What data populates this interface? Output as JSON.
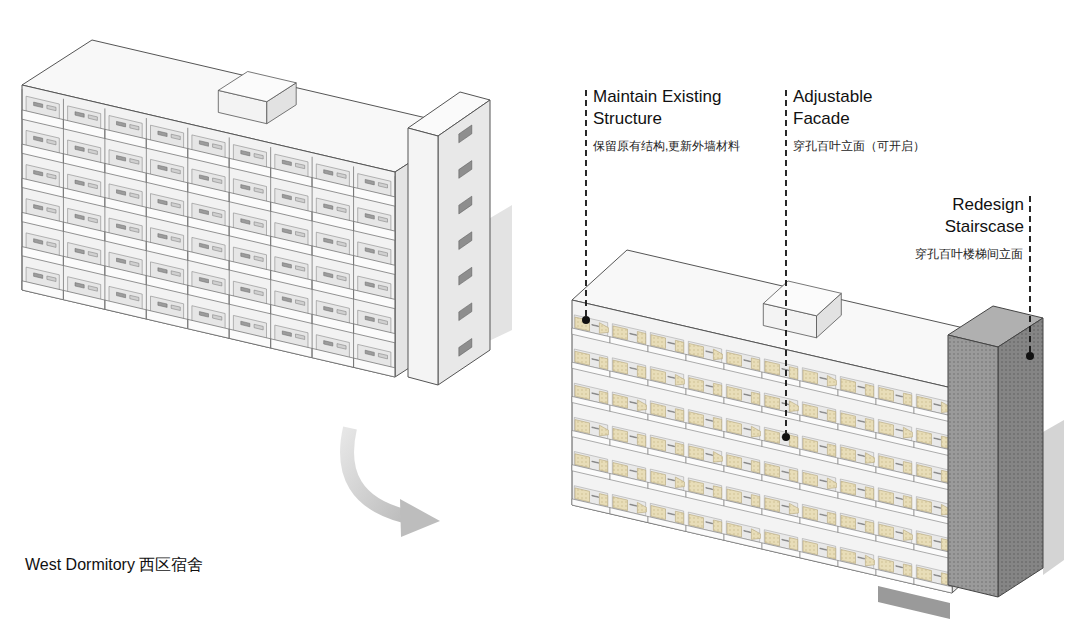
{
  "diagram": {
    "caption": "West Dormitory 西区宿舍",
    "labels": [
      "Maintain Existing Structure",
      "保留原有结构,更新外墙材料",
      "Adjustable Facade",
      "穿孔百叶立面（可开启）",
      "Redesign Stairscase",
      "穿孔百叶楼梯间立面"
    ]
  }
}
